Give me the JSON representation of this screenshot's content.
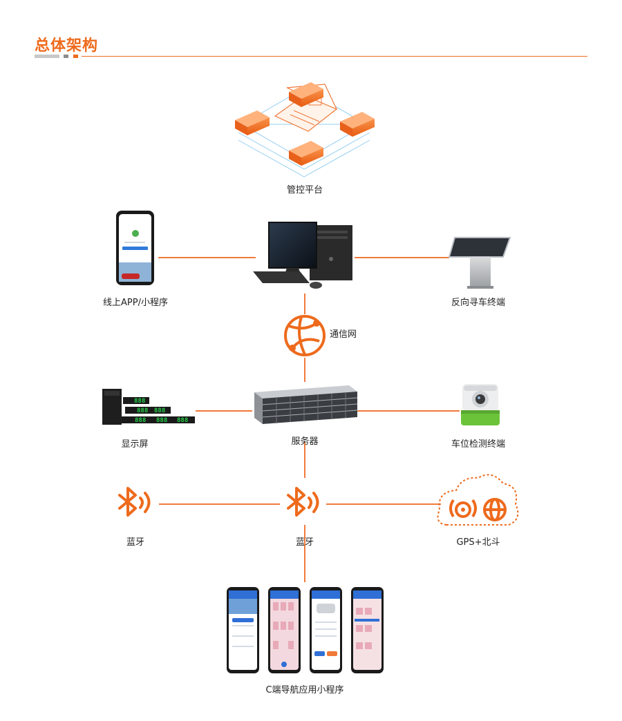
{
  "header": {
    "title": "总体架构"
  },
  "nodes": {
    "platform": "管控平台",
    "app": "线上APP/小程序",
    "kiosk": "反向寻车终端",
    "network": "通信网",
    "display": "显示屏",
    "server": "服务器",
    "detector": "车位检测终端",
    "bluetooth_left": "蓝牙",
    "bluetooth_center": "蓝牙",
    "gps": "GPS+北斗",
    "miniapp": "C端导航应用小程序"
  },
  "display_screen": {
    "digits": "888"
  },
  "colors": {
    "accent": "#ee6a1c",
    "line": "#f07a3a",
    "text": "#222222"
  },
  "icons": [
    "cloud-platform-icon",
    "smartphone-icon",
    "desktop-computer-icon",
    "kiosk-terminal-icon",
    "globe-network-icon",
    "led-display-icon",
    "rack-server-icon",
    "parking-sensor-icon",
    "bluetooth-icon",
    "gps-beidou-icon",
    "phone-screens-icon"
  ]
}
